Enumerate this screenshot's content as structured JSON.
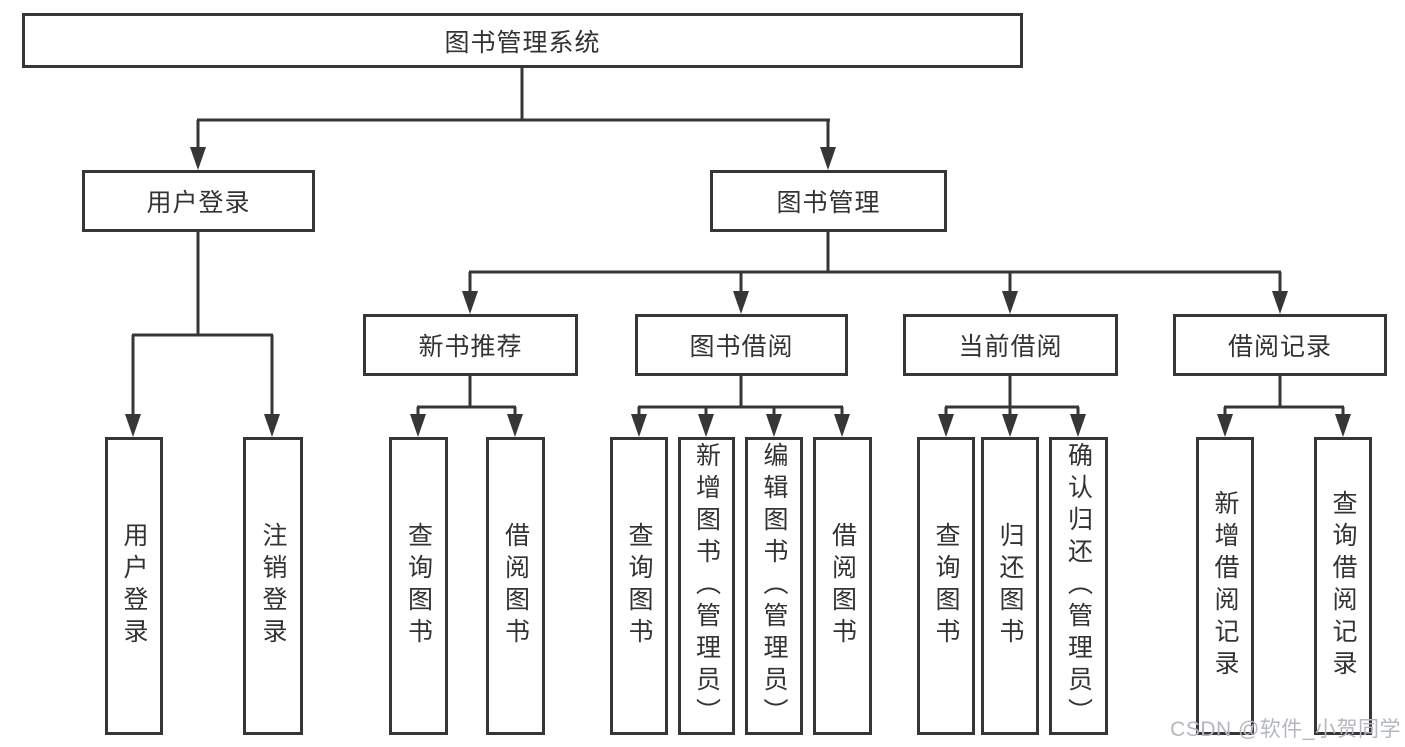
{
  "tree": {
    "label": "图书管理系统",
    "children": [
      {
        "label": "用户登录",
        "children": [
          {
            "label": "用户登录"
          },
          {
            "label": "注销登录"
          }
        ]
      },
      {
        "label": "图书管理",
        "children": [
          {
            "label": "新书推荐",
            "children": [
              {
                "label": "查询图书"
              },
              {
                "label": "借阅图书"
              }
            ]
          },
          {
            "label": "图书借阅",
            "children": [
              {
                "label": "查询图书"
              },
              {
                "label": "新增图书（管理员）"
              },
              {
                "label": "编辑图书（管理员）"
              },
              {
                "label": "借阅图书"
              }
            ]
          },
          {
            "label": "当前借阅",
            "children": [
              {
                "label": "查询图书"
              },
              {
                "label": "归还图书"
              },
              {
                "label": "确认归还（管理员）"
              }
            ]
          },
          {
            "label": "借阅记录",
            "children": [
              {
                "label": "新增借阅记录"
              },
              {
                "label": "查询借阅记录"
              }
            ]
          }
        ]
      }
    ]
  },
  "watermark": {
    "text": "CSDN @软件_小贺同学"
  },
  "colors": {
    "line": "#363636",
    "text": "#333333",
    "watermark": "#b4b7bc"
  }
}
